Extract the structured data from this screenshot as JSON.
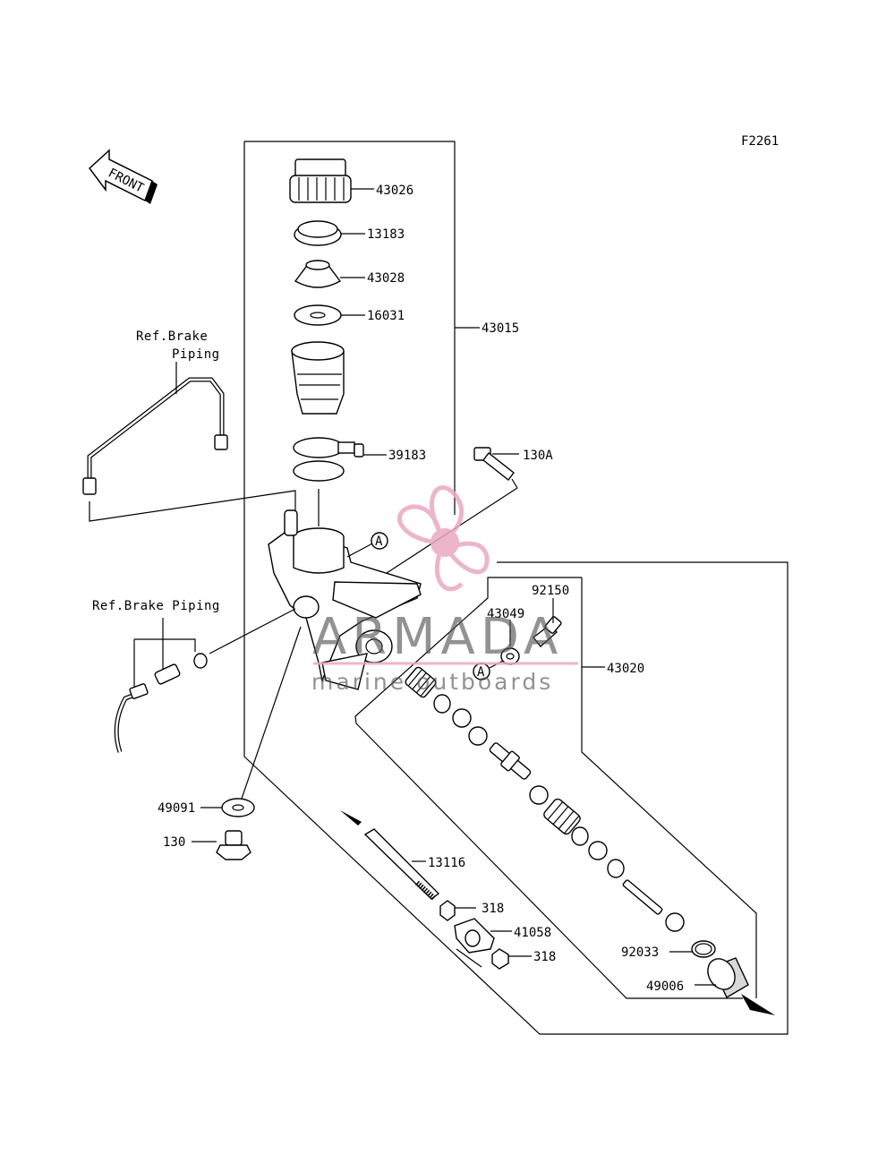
{
  "figure_code": "F2261",
  "front_label": "FRONT",
  "ref_brake_piping_top_line1": "Ref.Brake",
  "ref_brake_piping_top_line2": "Piping",
  "ref_brake_piping_left": "Ref.Brake Piping",
  "circle_marker": "A",
  "watermark": {
    "brand": "ARMADA",
    "tagline": "marine outboards",
    "color": "#e9a9c2"
  },
  "parts": {
    "p43026": "43026",
    "p13183": "13183",
    "p43028": "43028",
    "p16031": "16031",
    "p43015": "43015",
    "p39183": "39183",
    "p130A": "130A",
    "p92150": "92150",
    "p43049": "43049",
    "p43020": "43020",
    "p49091": "49091",
    "p130": "130",
    "p13116": "13116",
    "p318a": "318",
    "p41058": "41058",
    "p318b": "318",
    "p92033": "92033",
    "p49006": "49006"
  }
}
